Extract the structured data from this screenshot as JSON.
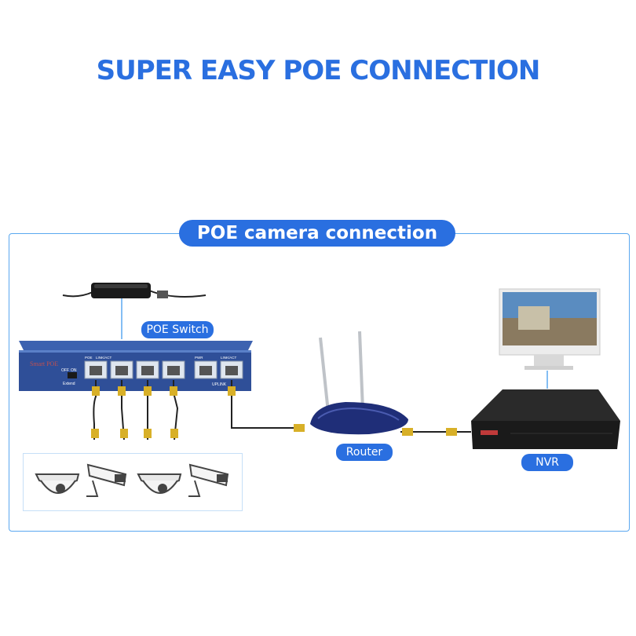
{
  "headline": "SUPER EASY POE CONNECTION",
  "section_title": "POE camera connection",
  "labels": {
    "switch": "POE Switch",
    "router": "Router",
    "nvr": "NVR"
  },
  "switch_panel": {
    "brand": "Smart POE",
    "port_label_poe": "POE",
    "port_label_linkact": "LINK/ACT",
    "port_label_uplink": "UPLINK",
    "port_label_pwr": "PWR",
    "switch_off": "OFF",
    "switch_on": "ON",
    "extend": "Extend"
  },
  "colors": {
    "accent": "#2a6fe0",
    "frame": "#5aa8f0",
    "switch_body": "#2f4f98"
  }
}
